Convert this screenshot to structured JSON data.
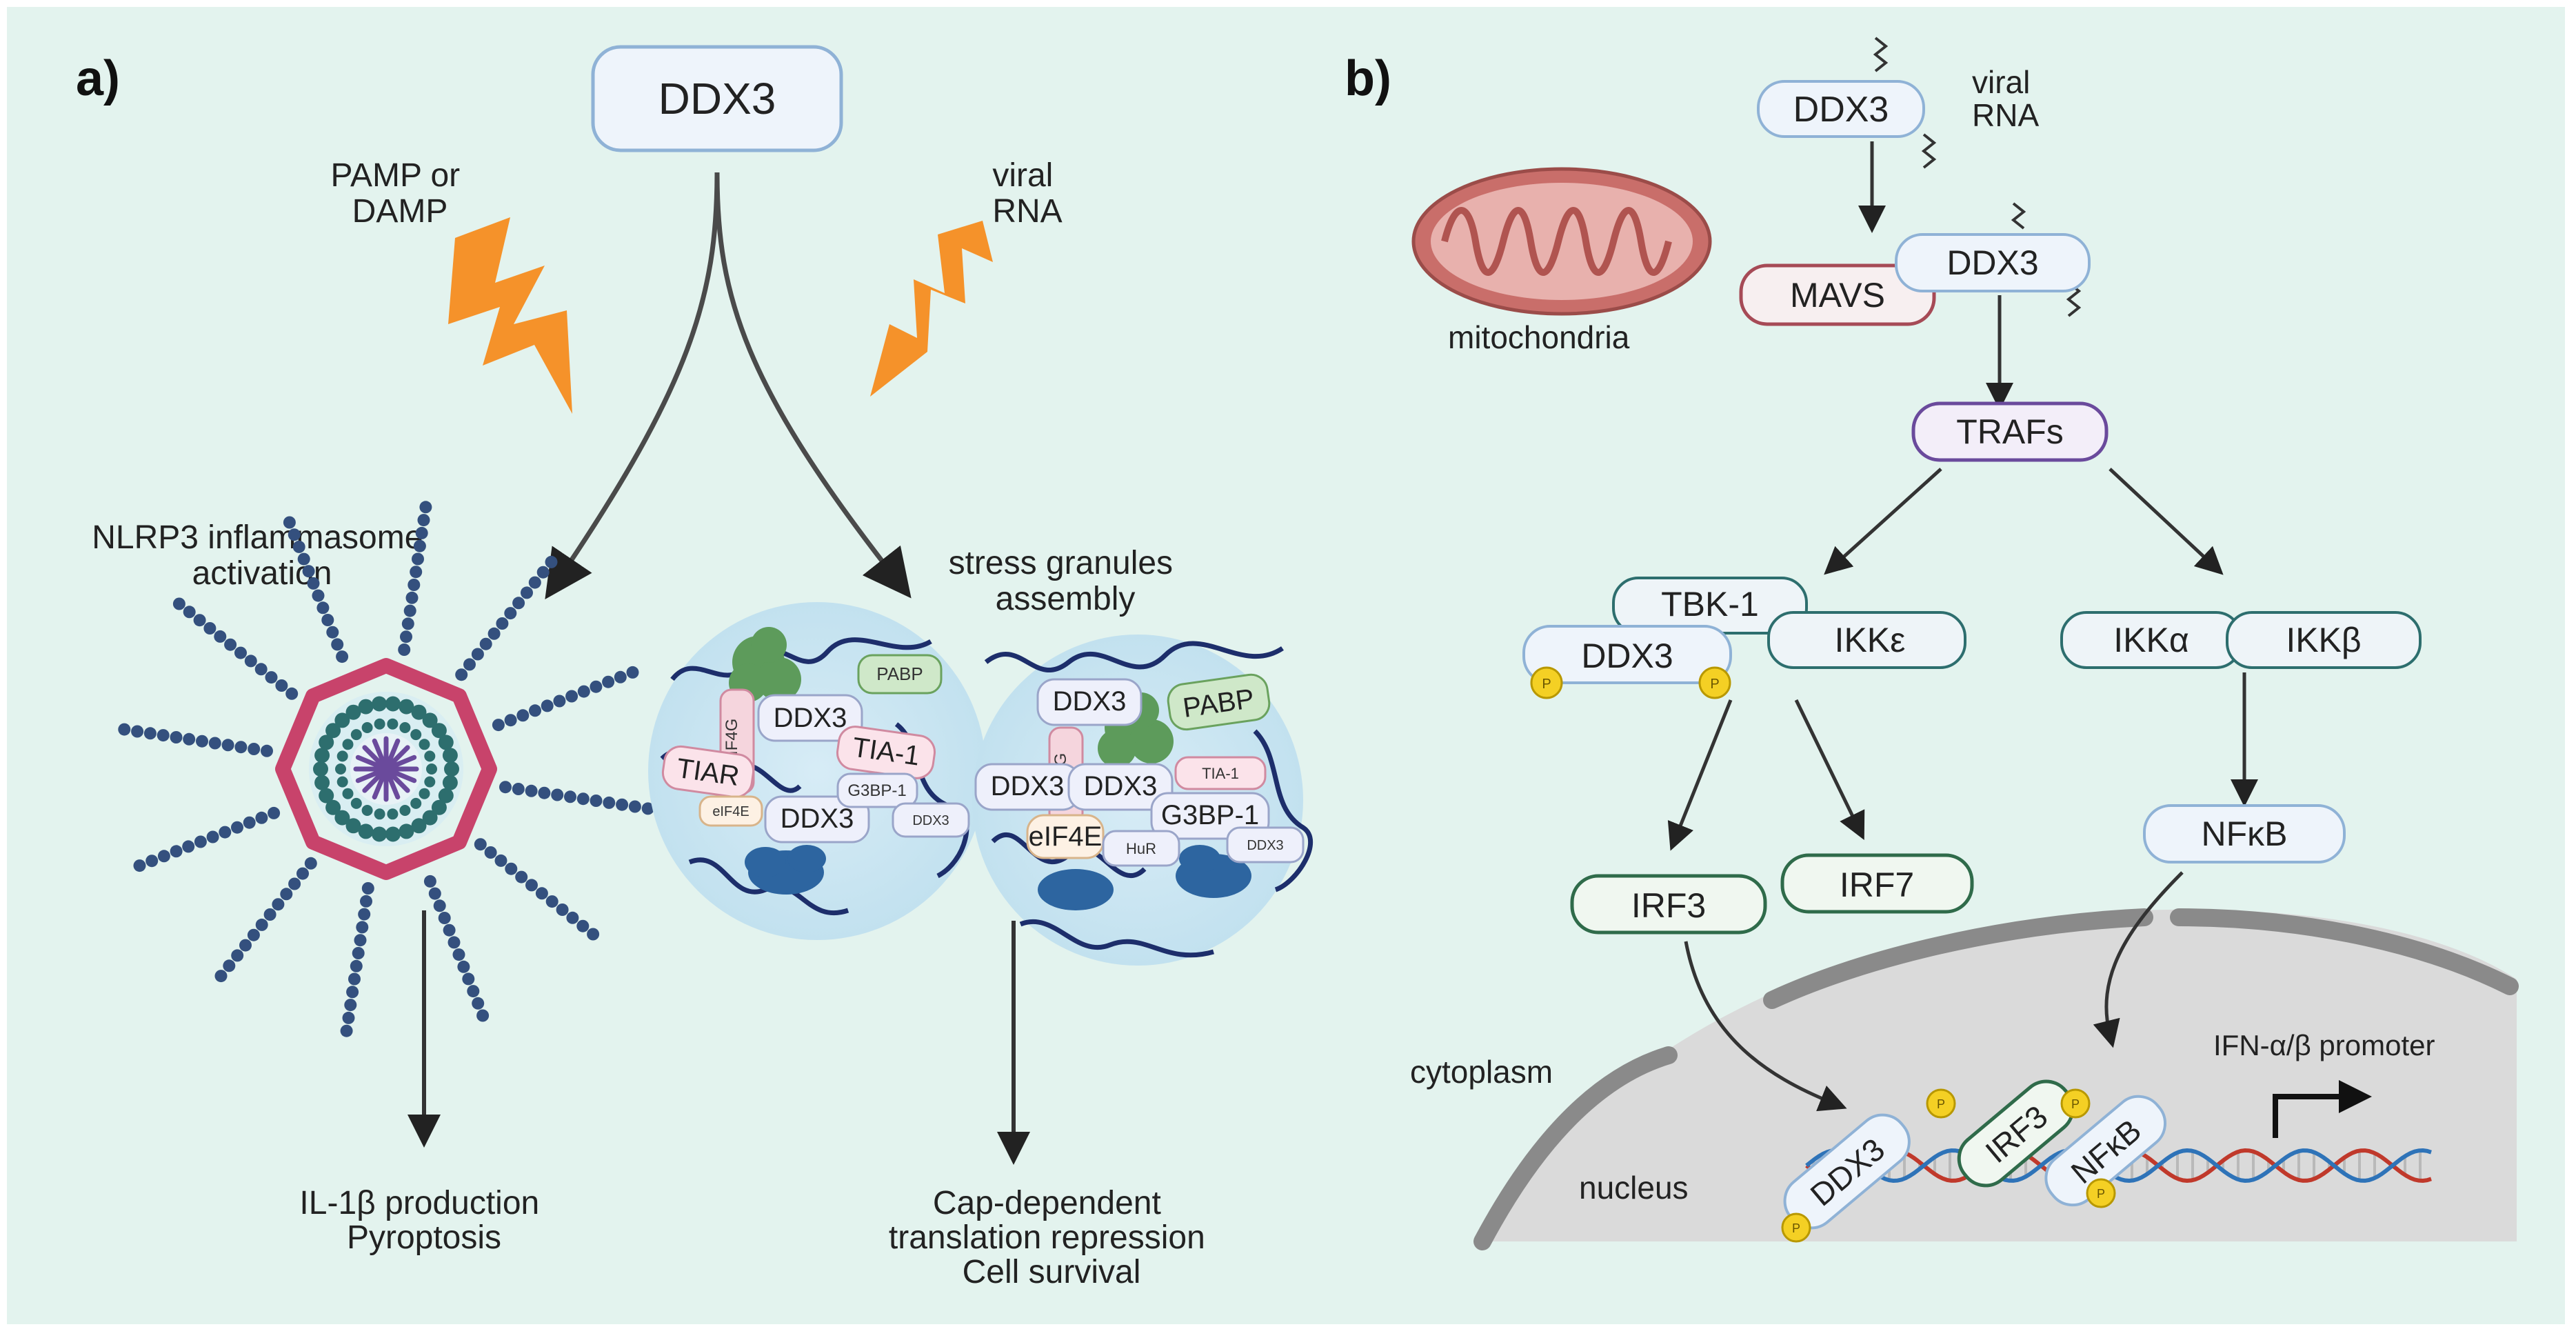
{
  "panel_a": {
    "label": "a)",
    "top_node": "DDX3",
    "trigger_left": [
      "PAMP or",
      "DAMP"
    ],
    "trigger_right": [
      "viral",
      "RNA"
    ],
    "branch_left": [
      "NLRP3 inflammasome",
      "activation"
    ],
    "branch_right": [
      "stress granules",
      "assembly"
    ],
    "outcome_left": [
      "IL-1β production",
      "Pyroptosis"
    ],
    "outcome_right": [
      "Cap-dependent",
      "translation repression",
      "Cell survival"
    ],
    "granule1": {
      "pabp": "PABP",
      "eif4g": "eIF4G",
      "ddx3_a": "DDX3",
      "tia1": "TIA-1",
      "tiar": "TIAR",
      "eif4e": "eIF4E",
      "ddx3_b": "DDX3",
      "g3bp1": "G3BP-1",
      "ddx3_c": "DDX3"
    },
    "granule2": {
      "ddx3_a": "DDX3",
      "pabp": "PABP",
      "eif4g": "eIF4G",
      "ddx3_b": "DDX3",
      "ddx3_c": "DDX3",
      "tia1": "TIA-1",
      "g3bp1": "G3BP-1",
      "eif4e": "eIF4E",
      "hur": "HuR",
      "ddx3_d": "DDX3"
    }
  },
  "panel_b": {
    "label": "b)",
    "ddx3_top": "DDX3",
    "viral_rna": [
      "viral",
      "RNA"
    ],
    "mito_label": "mitochondria",
    "mavs": "MAVS",
    "ddx3_mid": "DDX3",
    "trafs": "TRAFs",
    "tbk1": "TBK-1",
    "ikke": "IKKε",
    "ddx3_p": "DDX3",
    "ikka": "IKKα",
    "ikkb": "IKKβ",
    "irf3": "IRF3",
    "irf7": "IRF7",
    "nfkb": "NFκB",
    "cytoplasm": "cytoplasm",
    "nucleus": "nucleus",
    "promoter": "IFN-α/β promoter",
    "dna_ddx3": "DDX3",
    "dna_irf3": "IRF3",
    "dna_nfkb": "NFκB",
    "phospho": "P"
  },
  "colors": {
    "background": "#e3f3ee",
    "lightning": "#f5922a",
    "node_fill": "#eef4fb",
    "node_stroke": "#8fb2d6",
    "purple": "#6a4a9c",
    "green": "#2f6b4a",
    "teal": "#2d6e6e",
    "mito": "#c96e6a",
    "pink": "#c8436b",
    "navy": "#34507e",
    "phospho": "#f4d024"
  }
}
